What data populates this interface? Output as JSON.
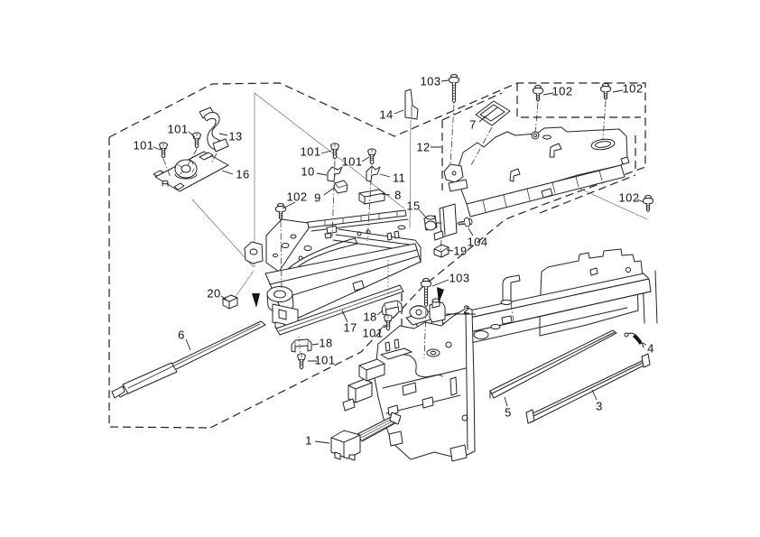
{
  "diagram": {
    "kind": "exploded-parts-diagram",
    "colors": {
      "background": "#ffffff",
      "line": "#222222"
    },
    "callouts": [
      {
        "label": "101"
      },
      {
        "label": "101"
      },
      {
        "label": "13"
      },
      {
        "label": "16"
      },
      {
        "label": "101"
      },
      {
        "label": "101"
      },
      {
        "label": "10"
      },
      {
        "label": "11"
      },
      {
        "label": "102"
      },
      {
        "label": "9"
      },
      {
        "label": "8"
      },
      {
        "label": "14"
      },
      {
        "label": "103"
      },
      {
        "label": "7"
      },
      {
        "label": "12"
      },
      {
        "label": "102"
      },
      {
        "label": "102"
      },
      {
        "label": "102"
      },
      {
        "label": "15"
      },
      {
        "label": "104"
      },
      {
        "label": "19"
      },
      {
        "label": "103"
      },
      {
        "label": "2"
      },
      {
        "label": "20"
      },
      {
        "label": "6"
      },
      {
        "label": "17"
      },
      {
        "label": "18"
      },
      {
        "label": "101"
      },
      {
        "label": "18"
      },
      {
        "label": "101"
      },
      {
        "label": "1"
      },
      {
        "label": "5"
      },
      {
        "label": "3"
      },
      {
        "label": "4"
      }
    ]
  }
}
